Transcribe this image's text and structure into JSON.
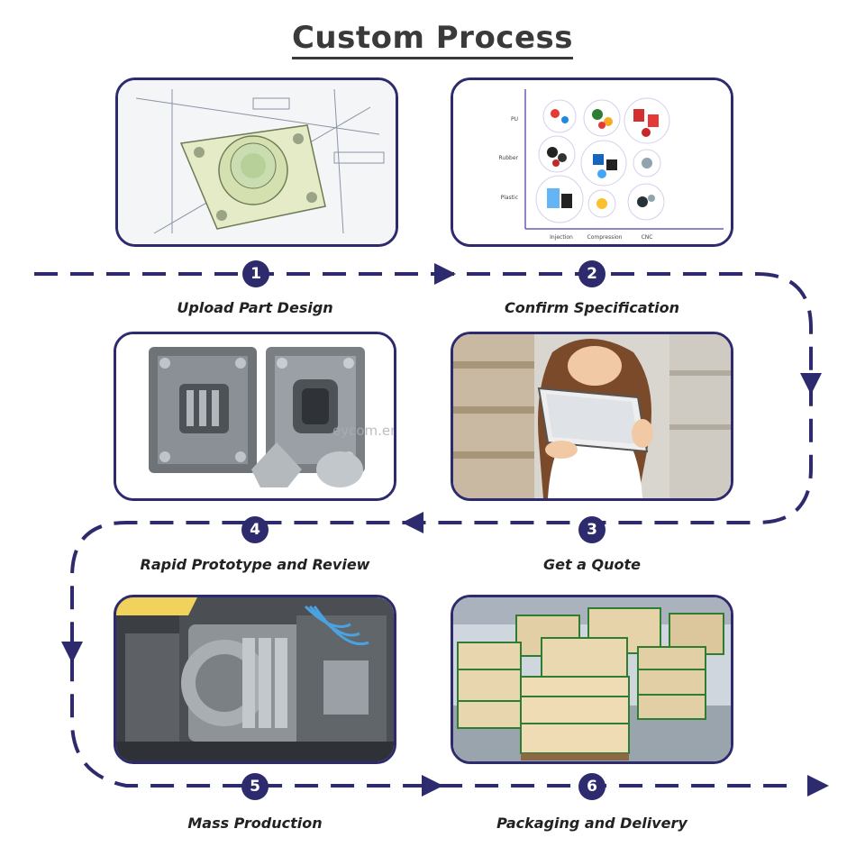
{
  "title": "Custom Process",
  "colors": {
    "accent": "#2d2a6e",
    "text": "#222222"
  },
  "steps": [
    {
      "number": "1",
      "label": "Upload Part Design",
      "icon": "cad-drawing-icon"
    },
    {
      "number": "2",
      "label": "Confirm Specification",
      "icon": "materials-chart-icon"
    },
    {
      "number": "3",
      "label": "Get a Quote",
      "icon": "tablet-user-icon"
    },
    {
      "number": "4",
      "label": "Rapid Prototype and Review",
      "icon": "mold-icon"
    },
    {
      "number": "5",
      "label": "Mass Production",
      "icon": "injection-machine-icon"
    },
    {
      "number": "6",
      "label": "Packaging and Delivery",
      "icon": "pallet-boxes-icon"
    }
  ],
  "spec_chart": {
    "y_labels": [
      "PU",
      "Rubber",
      "Plastic"
    ],
    "x_labels": [
      "Injection",
      "Compression",
      "CNC"
    ]
  },
  "watermark": "eycom.en.alibaba.com"
}
